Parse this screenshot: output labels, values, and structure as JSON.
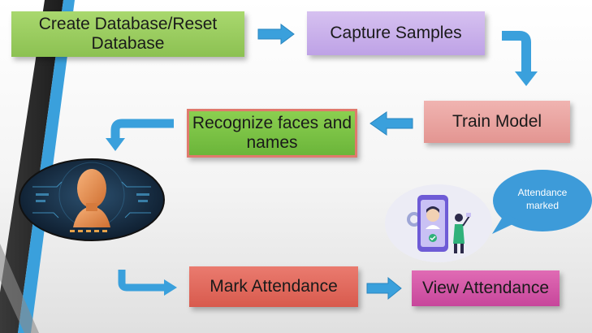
{
  "steps": {
    "create_database": "Create Database/Reset Database",
    "capture_samples": "Capture Samples",
    "train_model": "Train Model",
    "recognize": "Recognize faces and names",
    "mark_attendance": "Mark Attendance",
    "view_attendance": "View Attendance"
  },
  "callout": {
    "text": "Attendance marked"
  },
  "colors": {
    "arrow_blue": "#3aa0dc",
    "create_green": "#8cc152",
    "capture_lavender": "#bea2e6",
    "train_pink": "#e39591",
    "recognize_green": "#6bb53a",
    "mark_red": "#d85a4d",
    "view_magenta": "#c7469b",
    "callout_blue": "#3d9bd9"
  },
  "icons": {
    "face_scan": "face-scan-illustration",
    "phone_attendance": "phone-attendance-illustration"
  }
}
